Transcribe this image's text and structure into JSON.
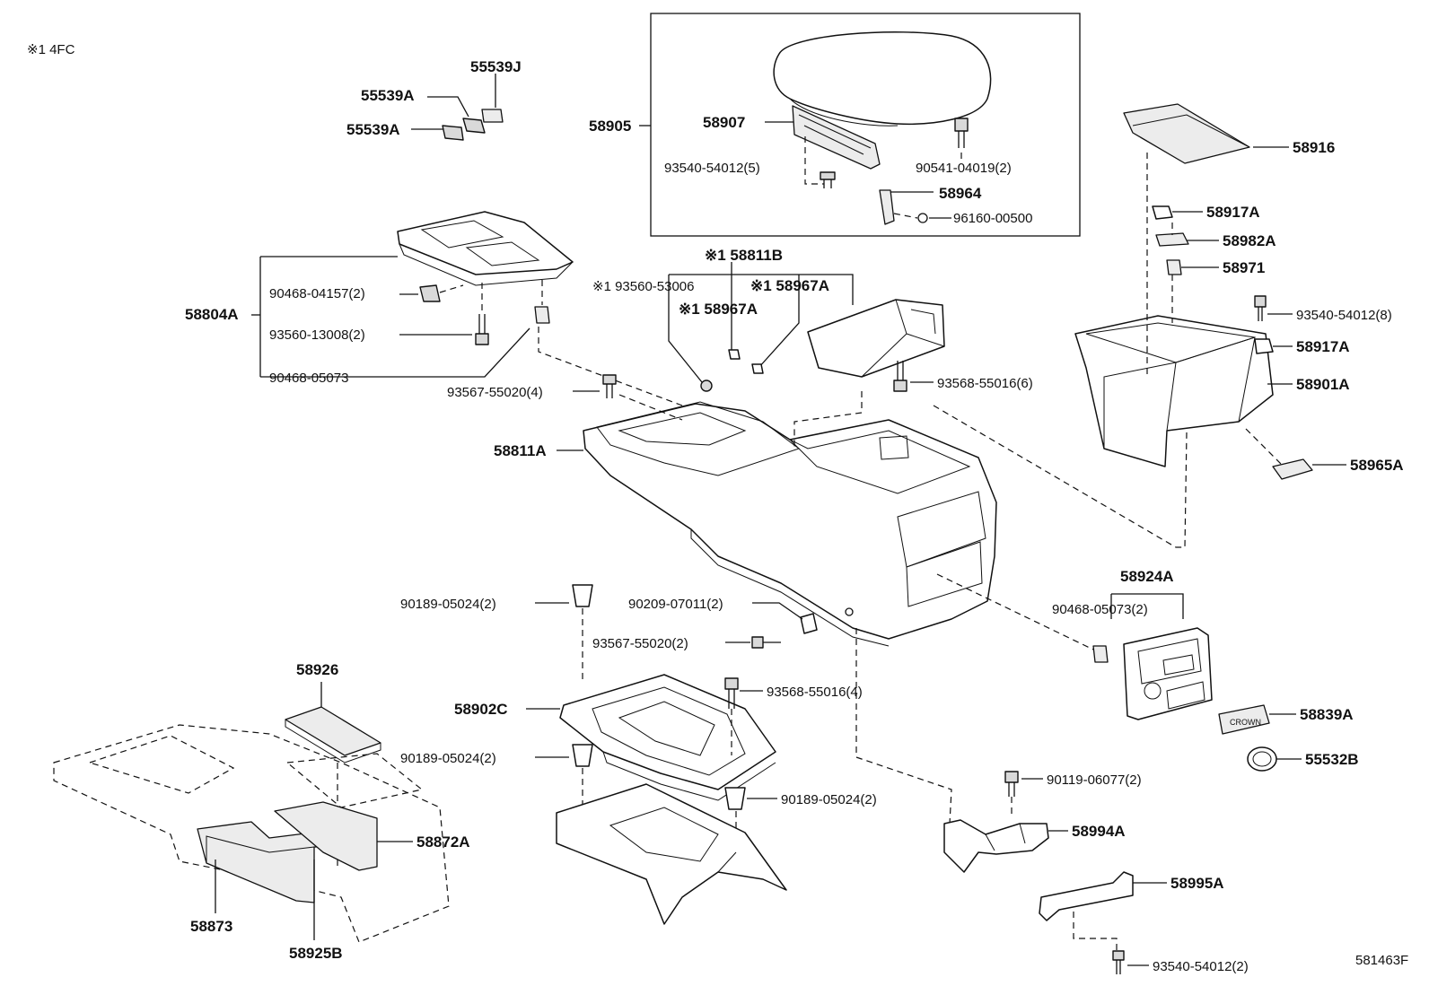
{
  "header_note": "※1 4FC",
  "figure_code": "581463F",
  "callouts": {
    "c55539J": "55539J",
    "c55539A_1": "55539A",
    "c55539A_2": "55539A",
    "c58905": "58905",
    "c58907": "58907",
    "c93540_54012_5": "93540-54012(5)",
    "c90541_04019_2": "90541-04019(2)",
    "c58964": "58964",
    "c96160_00500": "96160-00500",
    "c58916": "58916",
    "c58917A_1": "58917A",
    "c58982A": "58982A",
    "c58971": "58971",
    "c93540_54012_8": "93540-54012(8)",
    "c58917A_2": "58917A",
    "c58901A": "58901A",
    "c58965A": "58965A",
    "c58804A": "58804A",
    "c90468_04157_2": "90468-04157(2)",
    "c93560_13008_2": "93560-13008(2)",
    "c90468_05073": "90468-05073",
    "c58811B": "※1 58811B",
    "c93560_53006": "※1 93560-53006",
    "c58967A_1": "※1 58967A",
    "c58967A_2": "※1 58967A",
    "c93567_55020_4": "93567-55020(4)",
    "c93568_55016_6": "93568-55016(6)",
    "c58811A": "58811A",
    "c90189_05024_a": "90189-05024(2)",
    "c90209_07011_2": "90209-07011(2)",
    "c93567_55020_2": "93567-55020(2)",
    "c58924A": "58924A",
    "c90468_05073_2": "90468-05073(2)",
    "c58926": "58926",
    "c58902C": "58902C",
    "c93568_55016_4": "93568-55016(4)",
    "c90189_05024_b": "90189-05024(2)",
    "c90189_05024_c": "90189-05024(2)",
    "c58839A": "58839A",
    "c55532B": "55532B",
    "c90119_06077_2": "90119-06077(2)",
    "c58872A": "58872A",
    "c58994A": "58994A",
    "c58995A": "58995A",
    "c58873": "58873",
    "c58925B": "58925B",
    "c93540_54012_2": "93540-54012(2)"
  },
  "badge_text": "CROWN"
}
